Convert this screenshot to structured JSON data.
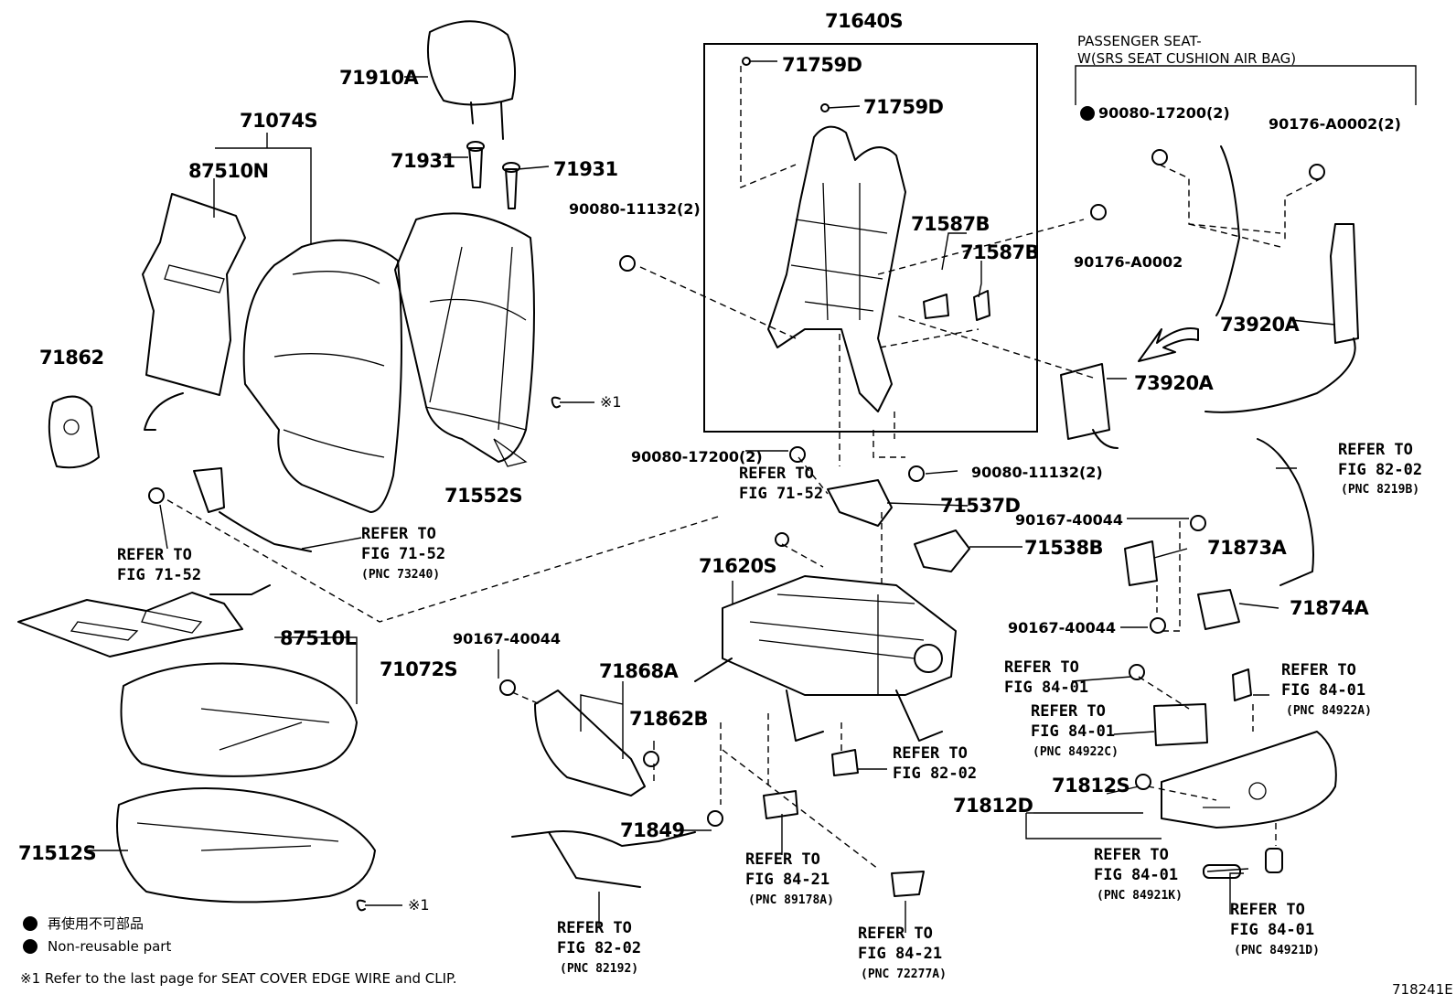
{
  "diagram_id": "718241E",
  "parts": {
    "p71640S": "71640S",
    "p71910A": "71910A",
    "p71074S": "71074S",
    "p87510N": "87510N",
    "p71931a": "71931",
    "p71931b": "71931",
    "p71759Da": "71759D",
    "p71759Db": "71759D",
    "p90080_11132a": "90080-11132(2)",
    "p71587Ba": "71587B",
    "p71587Bb": "71587B",
    "p90176_A0002": "90176-A0002",
    "p90080_17200a": "90080-17200(2)",
    "p90176_A0002_2": "90176-A0002(2)",
    "p73920Aa": "73920A",
    "p73920Ab": "73920A",
    "p71862": "71862",
    "p71552S": "71552S",
    "p90080_17200b": "90080-17200(2)",
    "p90080_11132b": "90080-11132(2)",
    "p71537D": "71537D",
    "p90167_40044a": "90167-40044",
    "p71538B": "71538B",
    "p71873A": "71873A",
    "p71620S": "71620S",
    "p71874A": "71874A",
    "p90167_40044b": "90167-40044",
    "p87510L": "87510L",
    "p71072S": "71072S",
    "p90167_40044c": "90167-40044",
    "p71868A": "71868A",
    "p71862B": "71862B",
    "p71812S": "71812S",
    "p71812D": "71812D",
    "p71849": "71849",
    "p71512S": "71512S"
  },
  "passenger": {
    "line1": "PASSENGER SEAT-",
    "line2": "W(SRS SEAT CUSHION AIR BAG)"
  },
  "refs": {
    "r1_a": "REFER TO",
    "r1_b": "FIG 71-52",
    "r2_a": "REFER TO",
    "r2_b": "FIG 71-52",
    "r3_a": "REFER TO",
    "r3_b": "FIG 71-52",
    "r3_c": "(PNC 73240)",
    "r4_a": "REFER TO",
    "r4_b": "FIG 82-02",
    "r4_c": "(PNC 8219B)",
    "r5_a": "REFER TO",
    "r5_b": "FIG 84-01",
    "r6_a": "REFER TO",
    "r6_b": "FIG 84-01",
    "r6_c": "(PNC 84922A)",
    "r7_a": "REFER TO",
    "r7_b": "FIG 84-01",
    "r7_c": "(PNC 84922C)",
    "r8_a": "REFER TO",
    "r8_b": "FIG 82-02",
    "r9_a": "REFER TO",
    "r9_b": "FIG 84-21",
    "r9_c": "(PNC 89178A)",
    "r10_a": "REFER TO",
    "r10_b": "FIG 84-01",
    "r10_c": "(PNC 84921K)",
    "r11_a": "REFER TO",
    "r11_b": "FIG 82-02",
    "r11_c": "(PNC 82192)",
    "r12_a": "REFER TO",
    "r12_b": "FIG 84-21",
    "r12_c": "(PNC 72277A)",
    "r13_a": "REFER TO",
    "r13_b": "FIG 84-01",
    "r13_c": "(PNC 84921D)"
  },
  "marks": {
    "ref1": "※1",
    "ref1b": "※1"
  },
  "legend": {
    "jp": "再使用不可部品",
    "en": "Non-reusable part",
    "footnote": "※1 Refer to the last page for SEAT COVER EDGE WIRE and CLIP."
  }
}
